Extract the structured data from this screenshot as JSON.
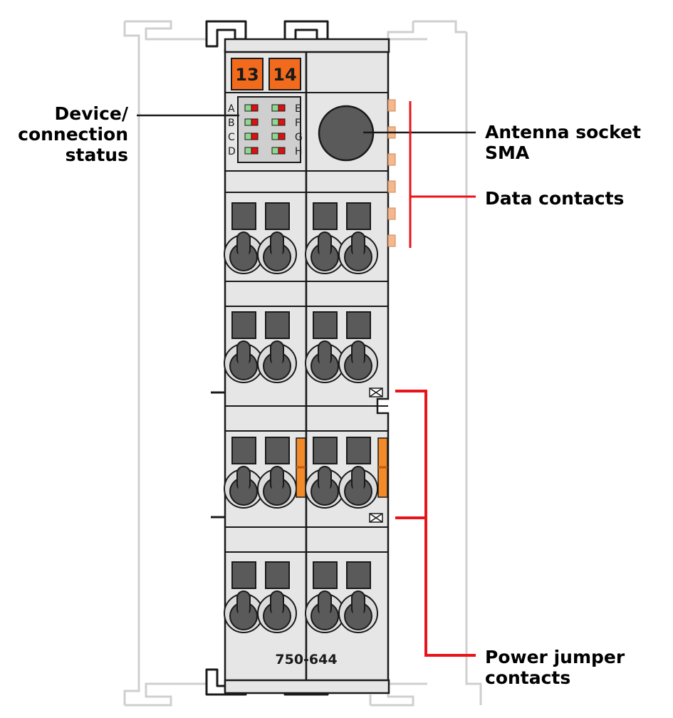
{
  "module": {
    "part_number": "750-644",
    "marker_left": "13",
    "marker_right": "14",
    "led_letters_left": [
      "A",
      "B",
      "C",
      "D"
    ],
    "led_letters_right": [
      "E",
      "F",
      "G",
      "H"
    ],
    "colors": {
      "housing": "#e6e6e6",
      "outline": "#1a1a1a",
      "terminal": "#5a5a5a",
      "marker": "#f26b1d",
      "contact": "#f5b88e",
      "led_green": "#8fd68f",
      "led_red": "#e01010",
      "callout_line": "#e8141a",
      "rail": "#cfcfcf"
    }
  },
  "labels": {
    "device_status": [
      "Device/",
      "connection",
      "status"
    ],
    "antenna": [
      "Antenna socket",
      "SMA"
    ],
    "data_contacts": "Data contacts",
    "power_jumper": [
      "Power jumper",
      "contacts"
    ]
  }
}
